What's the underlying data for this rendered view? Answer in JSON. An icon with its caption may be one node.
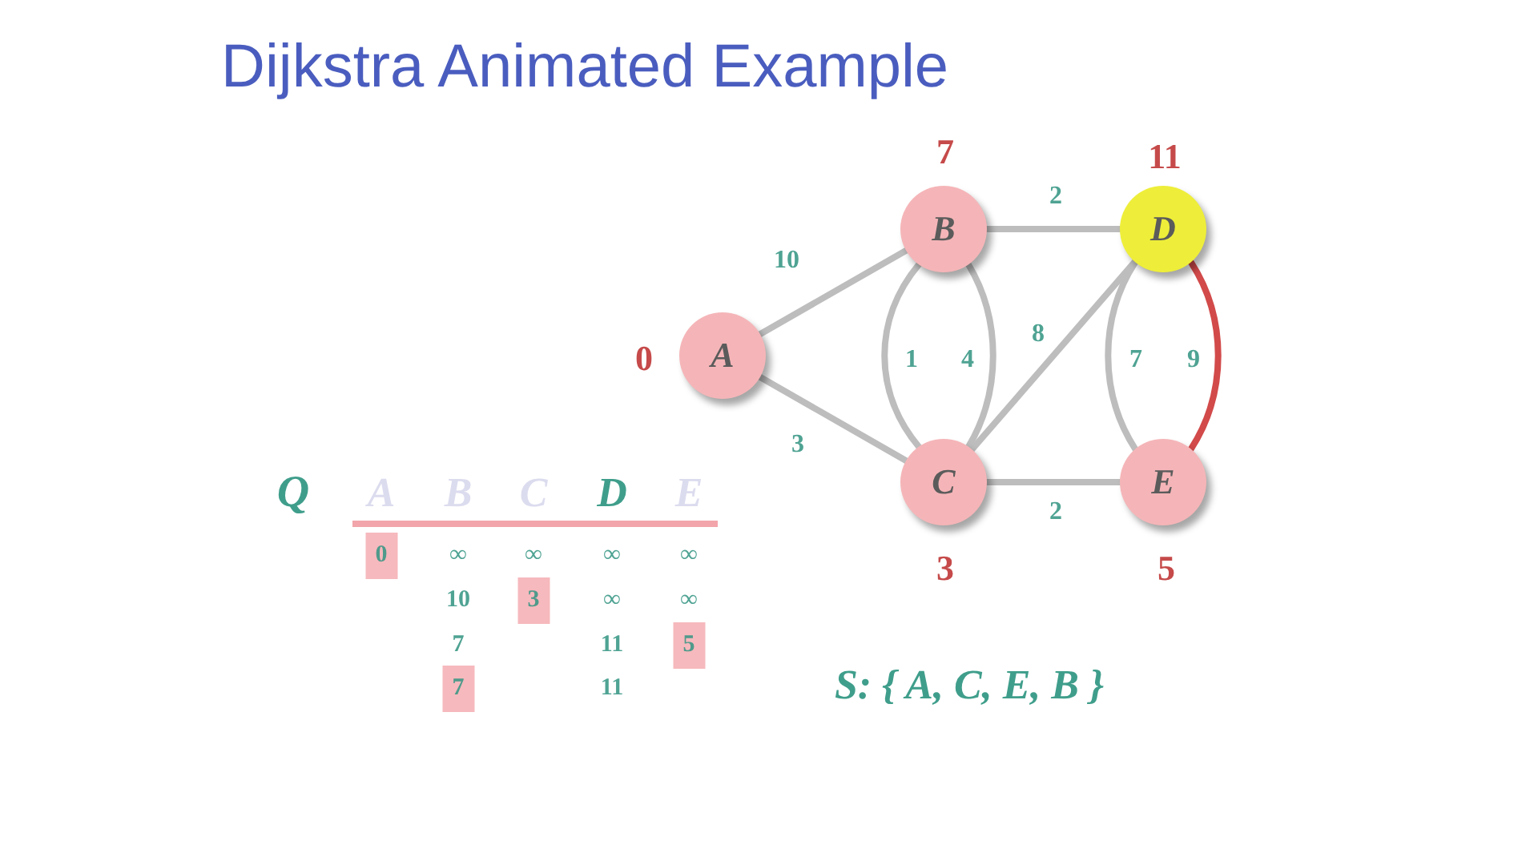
{
  "diagram": {
    "title": "Dijkstra Animated Example",
    "nodes": [
      {
        "text": [
          "A"
        ],
        "beside": [
          "0"
        ]
      },
      {
        "text": [
          "B"
        ],
        "beside": [
          "7"
        ]
      },
      {
        "text": [
          "C"
        ],
        "beside": [
          "3"
        ]
      },
      {
        "text": [
          "D"
        ],
        "beside": [
          "11"
        ]
      },
      {
        "text": [
          "E"
        ],
        "beside": [
          "5"
        ]
      }
    ],
    "edges": [
      {
        "from": 0,
        "to": 1,
        "arrow": "none",
        "label": "10"
      },
      {
        "from": 0,
        "to": 2,
        "arrow": "none",
        "label": "3"
      },
      {
        "from": 1,
        "to": 2,
        "arrow": "none",
        "label": "1"
      },
      {
        "from": 2,
        "to": 1,
        "arrow": "none",
        "label": "4"
      },
      {
        "from": 1,
        "to": 3,
        "arrow": "none",
        "label": "2"
      },
      {
        "from": 2,
        "to": 3,
        "arrow": "none",
        "label": "8"
      },
      {
        "from": 2,
        "to": 4,
        "arrow": "none",
        "label": "2"
      },
      {
        "from": 3,
        "to": 4,
        "arrow": "none",
        "label": "7"
      },
      {
        "from": 4,
        "to": 3,
        "arrow": "none",
        "label": "9",
        "color": "#d24a4a"
      }
    ],
    "labels": [
      "Q",
      "A",
      "B",
      "C",
      "D",
      "E",
      "0",
      "∞",
      "∞",
      "∞",
      "∞",
      "10",
      "3",
      "∞",
      "∞",
      "7",
      "11",
      "5",
      "7",
      "11",
      "S: { A, C, E, B }"
    ]
  }
}
